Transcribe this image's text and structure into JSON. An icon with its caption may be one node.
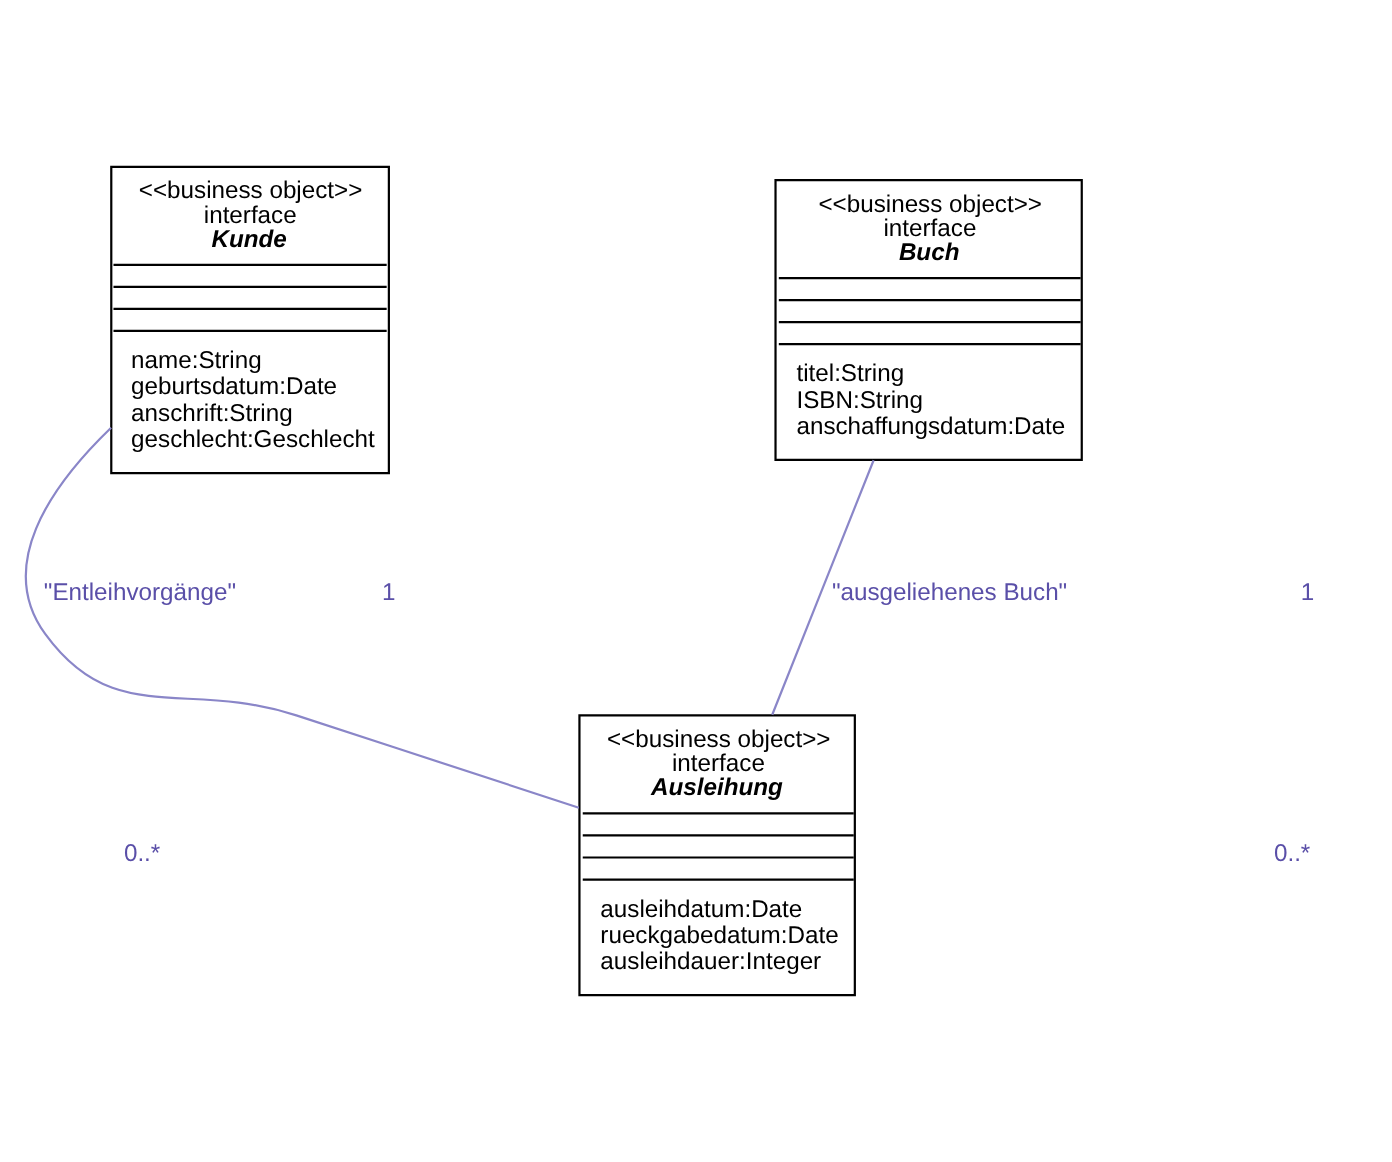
{
  "diagram": {
    "nodes": [
      {
        "text": [
          "<<business object>>",
          "interface",
          "Kunde",
          "name:String",
          "geburtsdatum:Date",
          "anschrift:String",
          "geschlecht:Geschlecht"
        ]
      },
      {
        "text": [
          "<<business object>>",
          "interface",
          "Buch",
          "titel:String",
          "ISBN:String",
          "anschaffungsdatum:Date"
        ]
      },
      {
        "text": [
          "<<business object>>",
          "interface",
          "Ausleihung",
          "ausleihdatum:Date",
          "rueckgabedatum:Date",
          "ausleihdauer:Integer"
        ]
      }
    ],
    "edges": [
      {
        "from": 0,
        "to": 2,
        "arrow": "none",
        "label": "\"Entleihvorgänge\""
      },
      {
        "from": 1,
        "to": 2,
        "arrow": "none",
        "label": "\"ausgeliehenes Buch\""
      }
    ],
    "labels": [
      "1",
      "1",
      "0..*",
      "0..*"
    ]
  }
}
